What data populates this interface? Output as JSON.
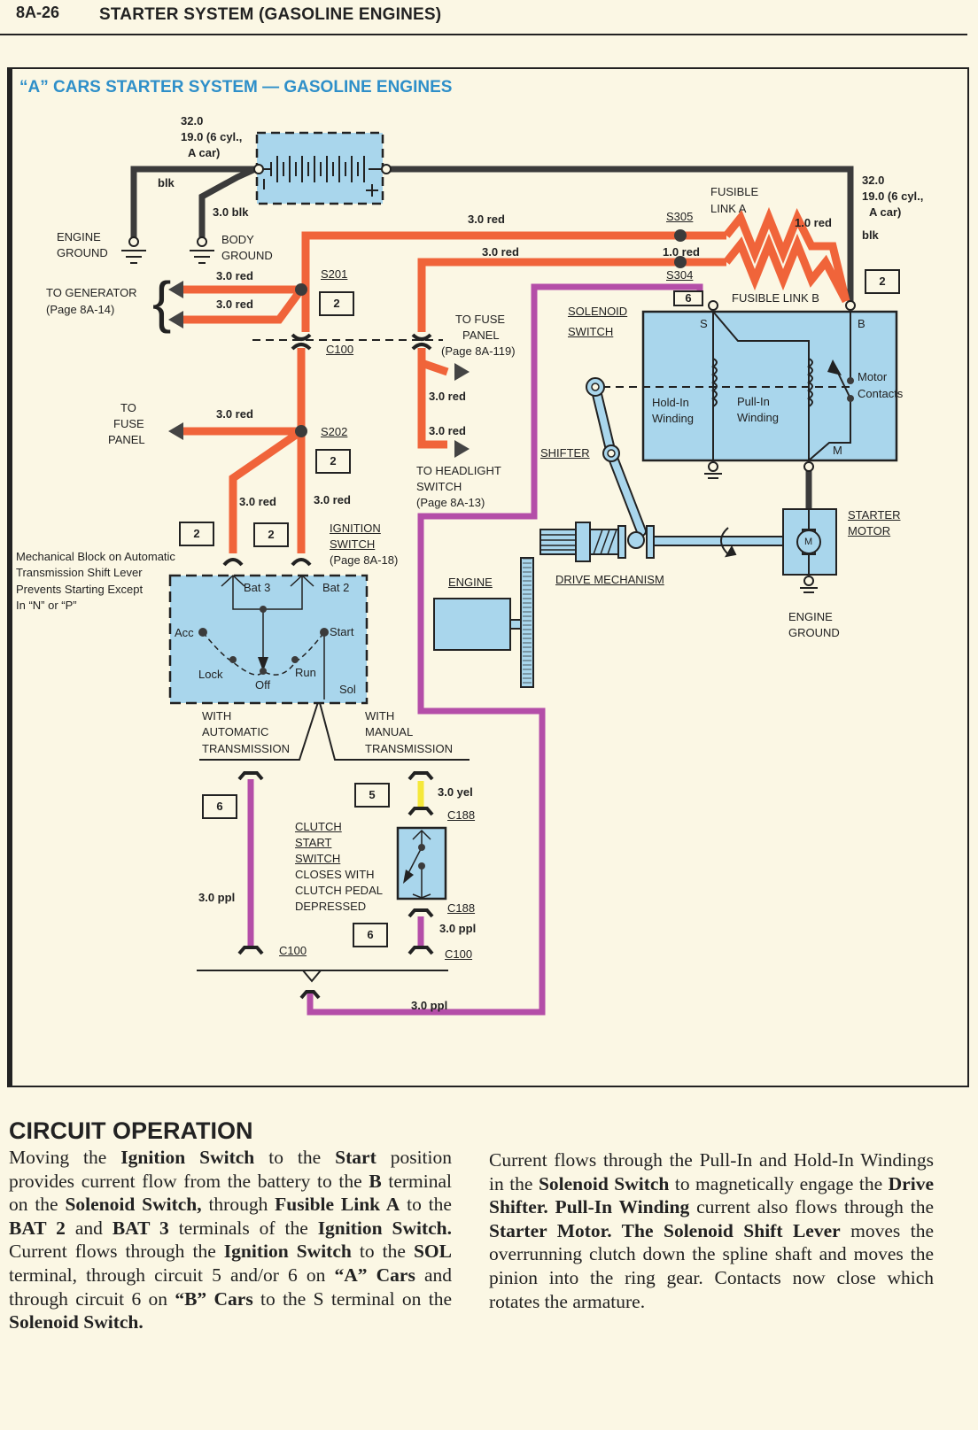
{
  "page_header": {
    "page_number": "8A-26",
    "title": "STARTER SYSTEM (GASOLINE ENGINES)"
  },
  "diagram": {
    "title": "“A” CARS STARTER SYSTEM — GASOLINE ENGINES",
    "colors": {
      "red_wire": "#f0643a",
      "black_wire": "#3b3b3b",
      "purple_wire": "#b44ea8",
      "yellow_wire": "#f5e83a",
      "component_fill": "#a9d6ec",
      "title": "#2e8fc9"
    },
    "battery": {
      "wire_gauge_line1": "32.0",
      "wire_gauge_line2": "19.0 (6 cyl.,",
      "wire_gauge_line3": "A car)",
      "neg": "-",
      "pos": "+"
    },
    "wires": {
      "blk": "blk",
      "body_blk": "3.0 blk",
      "red_30": "3.0 red",
      "red_10": "1.0 red",
      "yel_30": "3.0 yel",
      "ppl_30": "3.0 ppl",
      "right_gauge1": "32.0",
      "right_gauge2": "19.0 (6 cyl.,",
      "right_gauge3": "A car)",
      "right_blk": "blk"
    },
    "grounds": {
      "engine_ground_1": "ENGINE",
      "engine_ground_2": "GROUND",
      "body_ground_1": "BODY",
      "body_ground_2": "GROUND"
    },
    "destinations": {
      "generator_1": "TO GENERATOR",
      "generator_2": "(Page 8A-14)",
      "fuse_panel_left_1": "TO",
      "fuse_panel_left_2": "FUSE",
      "fuse_panel_left_3": "PANEL",
      "fuse_panel_1": "TO FUSE",
      "fuse_panel_2": "PANEL",
      "fuse_panel_3": "(Page 8A-119)",
      "headlight_1": "TO HEADLIGHT",
      "headlight_2": "SWITCH",
      "headlight_3": "(Page 8A-13)"
    },
    "splices": {
      "s201": "S201",
      "s202": "S202",
      "s305": "S305",
      "s304": "S304"
    },
    "connectors": {
      "c100": "C100",
      "c188": "C188"
    },
    "circuits": {
      "c2": "2",
      "c5": "5",
      "c6": "6"
    },
    "fusible_links": {
      "a_1": "FUSIBLE",
      "a_2": "LINK A",
      "b": "FUSIBLE LINK B"
    },
    "solenoid": {
      "label_1": "SOLENOID",
      "label_2": "SWITCH",
      "terminal_s": "S",
      "terminal_b": "B",
      "terminal_m": "M",
      "hold_in_1": "Hold-In",
      "hold_in_2": "Winding",
      "pull_in_1": "Pull-In",
      "pull_in_2": "Winding",
      "motor_contacts_1": "Motor",
      "motor_contacts_2": "Contacts"
    },
    "shifter": "SHIFTER",
    "drive_mechanism": "DRIVE MECHANISM",
    "engine": "ENGINE",
    "starter_motor": {
      "label_1": "STARTER",
      "label_2": "MOTOR",
      "symbol": "M",
      "ground_1": "ENGINE",
      "ground_2": "GROUND"
    },
    "ignition_switch": {
      "label_1": "IGNITION",
      "label_2": "SWITCH",
      "label_3": "(Page 8A-18)",
      "bat3": "Bat 3",
      "bat2": "Bat 2",
      "acc": "Acc",
      "start": "Start",
      "lock": "Lock",
      "off": "Off",
      "run": "Run",
      "sol": "Sol"
    },
    "mechanical_block_note": [
      "Mechanical Block on Automatic",
      "Transmission Shift Lever",
      "Prevents Starting Except",
      "In “N” or “P”"
    ],
    "transmission": {
      "auto_1": "WITH",
      "auto_2": "AUTOMATIC",
      "auto_3": "TRANSMISSION",
      "manual_1": "WITH",
      "manual_2": "MANUAL",
      "manual_3": "TRANSMISSION"
    },
    "clutch_switch": {
      "line_1": "CLUTCH",
      "line_2": "START",
      "line_3": "SWITCH",
      "line_4": "CLOSES WITH",
      "line_5": "CLUTCH PEDAL",
      "line_6": "DEPRESSED"
    }
  },
  "circuit_operation": {
    "title": "CIRCUIT OPERATION",
    "left_paragraph": [
      {
        "t": "Moving the "
      },
      {
        "b": "Ignition Switch"
      },
      {
        "t": " to the "
      },
      {
        "b": "Start"
      },
      {
        "t": " position provides current flow from the battery to the "
      },
      {
        "b": "B"
      },
      {
        "t": " terminal on the "
      },
      {
        "b": "Solenoid Switch,"
      },
      {
        "t": " through "
      },
      {
        "b": "Fusible Link A"
      },
      {
        "t": " to the "
      },
      {
        "b": "BAT 2"
      },
      {
        "t": " and "
      },
      {
        "b": "BAT 3"
      },
      {
        "t": " terminals of the "
      },
      {
        "b": "Ignition Switch."
      },
      {
        "t": " Current flows through the "
      },
      {
        "b": "Ignition Switch"
      },
      {
        "t": " to the "
      },
      {
        "b": "SOL"
      },
      {
        "t": " terminal, through circuit 5 and/or 6 on "
      },
      {
        "b": "“A” Cars"
      },
      {
        "t": " and through circuit 6 on "
      },
      {
        "b": "“B” Cars"
      },
      {
        "t": " to the S terminal on the "
      },
      {
        "b": "Solenoid Switch."
      }
    ],
    "right_paragraph": [
      {
        "t": "Current flows through the Pull-In and Hold-In Windings in the "
      },
      {
        "b": "Solenoid Switch"
      },
      {
        "t": " to magnetically engage the "
      },
      {
        "b": "Drive Shifter. Pull-In Winding"
      },
      {
        "t": " current also flows through the "
      },
      {
        "b": "Starter Motor. The Solenoid Shift Lever"
      },
      {
        "t": " moves the overrunning clutch down the spline shaft and moves the pinion into the ring gear. Contacts now close which rotates the armature."
      }
    ]
  }
}
